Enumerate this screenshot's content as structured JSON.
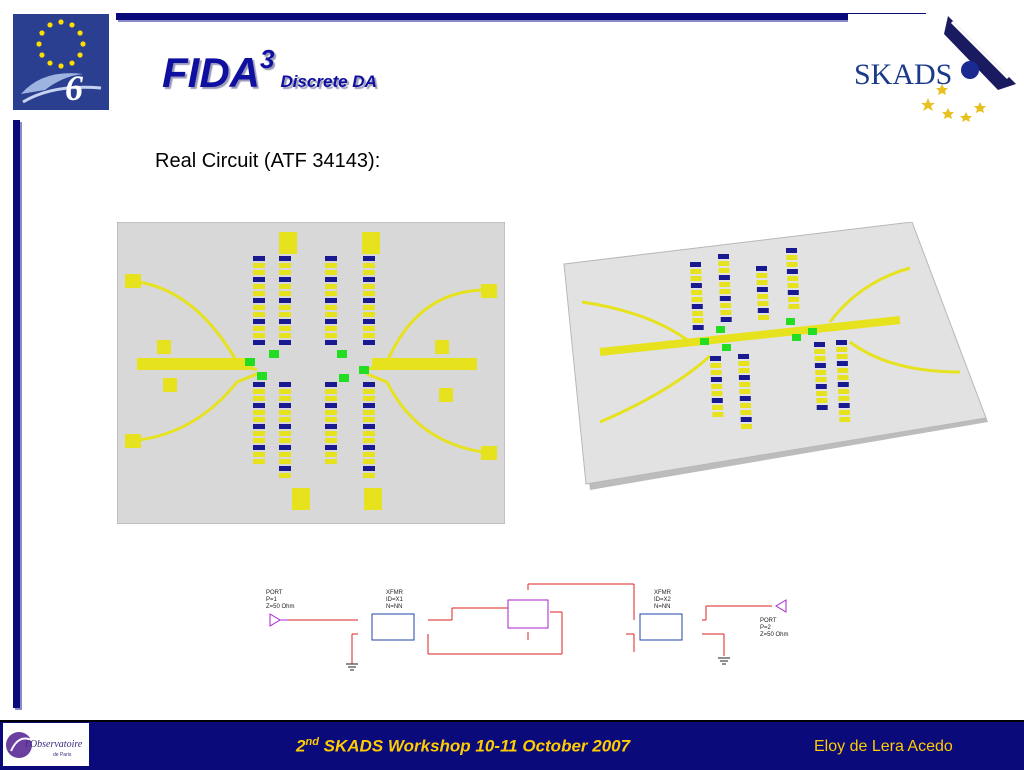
{
  "header": {
    "title": "FIDA",
    "title_sup": "3",
    "subtitle": "Discrete DA",
    "skads_label": "SKADS",
    "eu_label": "6"
  },
  "content": {
    "subheading": "Real Circuit (ATF 34143):"
  },
  "schematic": {
    "port1": [
      "PORT",
      "P=1",
      "Z=50 Ohm"
    ],
    "port2": [
      "PORT",
      "P=2",
      "Z=50 Ohm"
    ],
    "xfmr1": [
      "XFMR",
      "ID=X1",
      "N=NN"
    ],
    "xfmr2": [
      "XFMR",
      "ID=X2",
      "N=NN"
    ]
  },
  "footer": {
    "workshop_ord": "2",
    "workshop_ord_sup": "nd",
    "workshop_text": " SKADS Workshop  10-11 October 2007",
    "author": "Eloy de Lera Acedo",
    "obs_label": "l'Observatoire",
    "obs_sub": "de Paris"
  },
  "colors": {
    "navy": "#0a0a7a",
    "accent_yellow": "#ffcc00",
    "trace_yellow": "#e6e21e",
    "pad_green": "#22dd22"
  }
}
